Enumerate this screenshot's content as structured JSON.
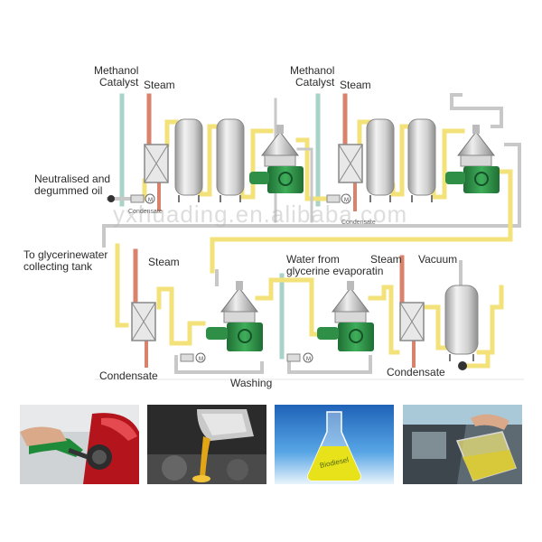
{
  "labels": {
    "methanol_catalyst_1": "Methanol\nCatalyst",
    "steam_1": "Steam",
    "methanol_catalyst_2": "Methanol\nCatalyst",
    "steam_2": "Steam",
    "neutralised_oil": "Neutralised and\ndegummed oil",
    "to_glycerinewater": "To glycerinewater\ncollecting tank",
    "steam_3": "Steam",
    "water_from_glycerine": "Water from\nglycerine evaporatin",
    "steam_4": "Steam",
    "vacuum": "Vacuum",
    "condensate_1": "Condensate",
    "condensate_2": "Condensate",
    "washing": "Washing",
    "condensate_small_1": "Condensate",
    "condensate_small_2": "Condensate",
    "watermark": "yxhuading.en.alibaba.com",
    "biodiesel_flask_label": "Biodiesel"
  },
  "colors": {
    "oil_line": "#f3e27a",
    "water_line": "#a9d3c9",
    "steam_line": "#d9826c",
    "grey_line": "#c8c8c8",
    "vessel": "#d0d0d0",
    "separator_motor": "#2f8f46"
  },
  "photos": [
    {
      "name": "fuel-nozzle-photo"
    },
    {
      "name": "oil-pouring-photo"
    },
    {
      "name": "biodiesel-flask-photo"
    },
    {
      "name": "fuel-can-photo"
    }
  ]
}
